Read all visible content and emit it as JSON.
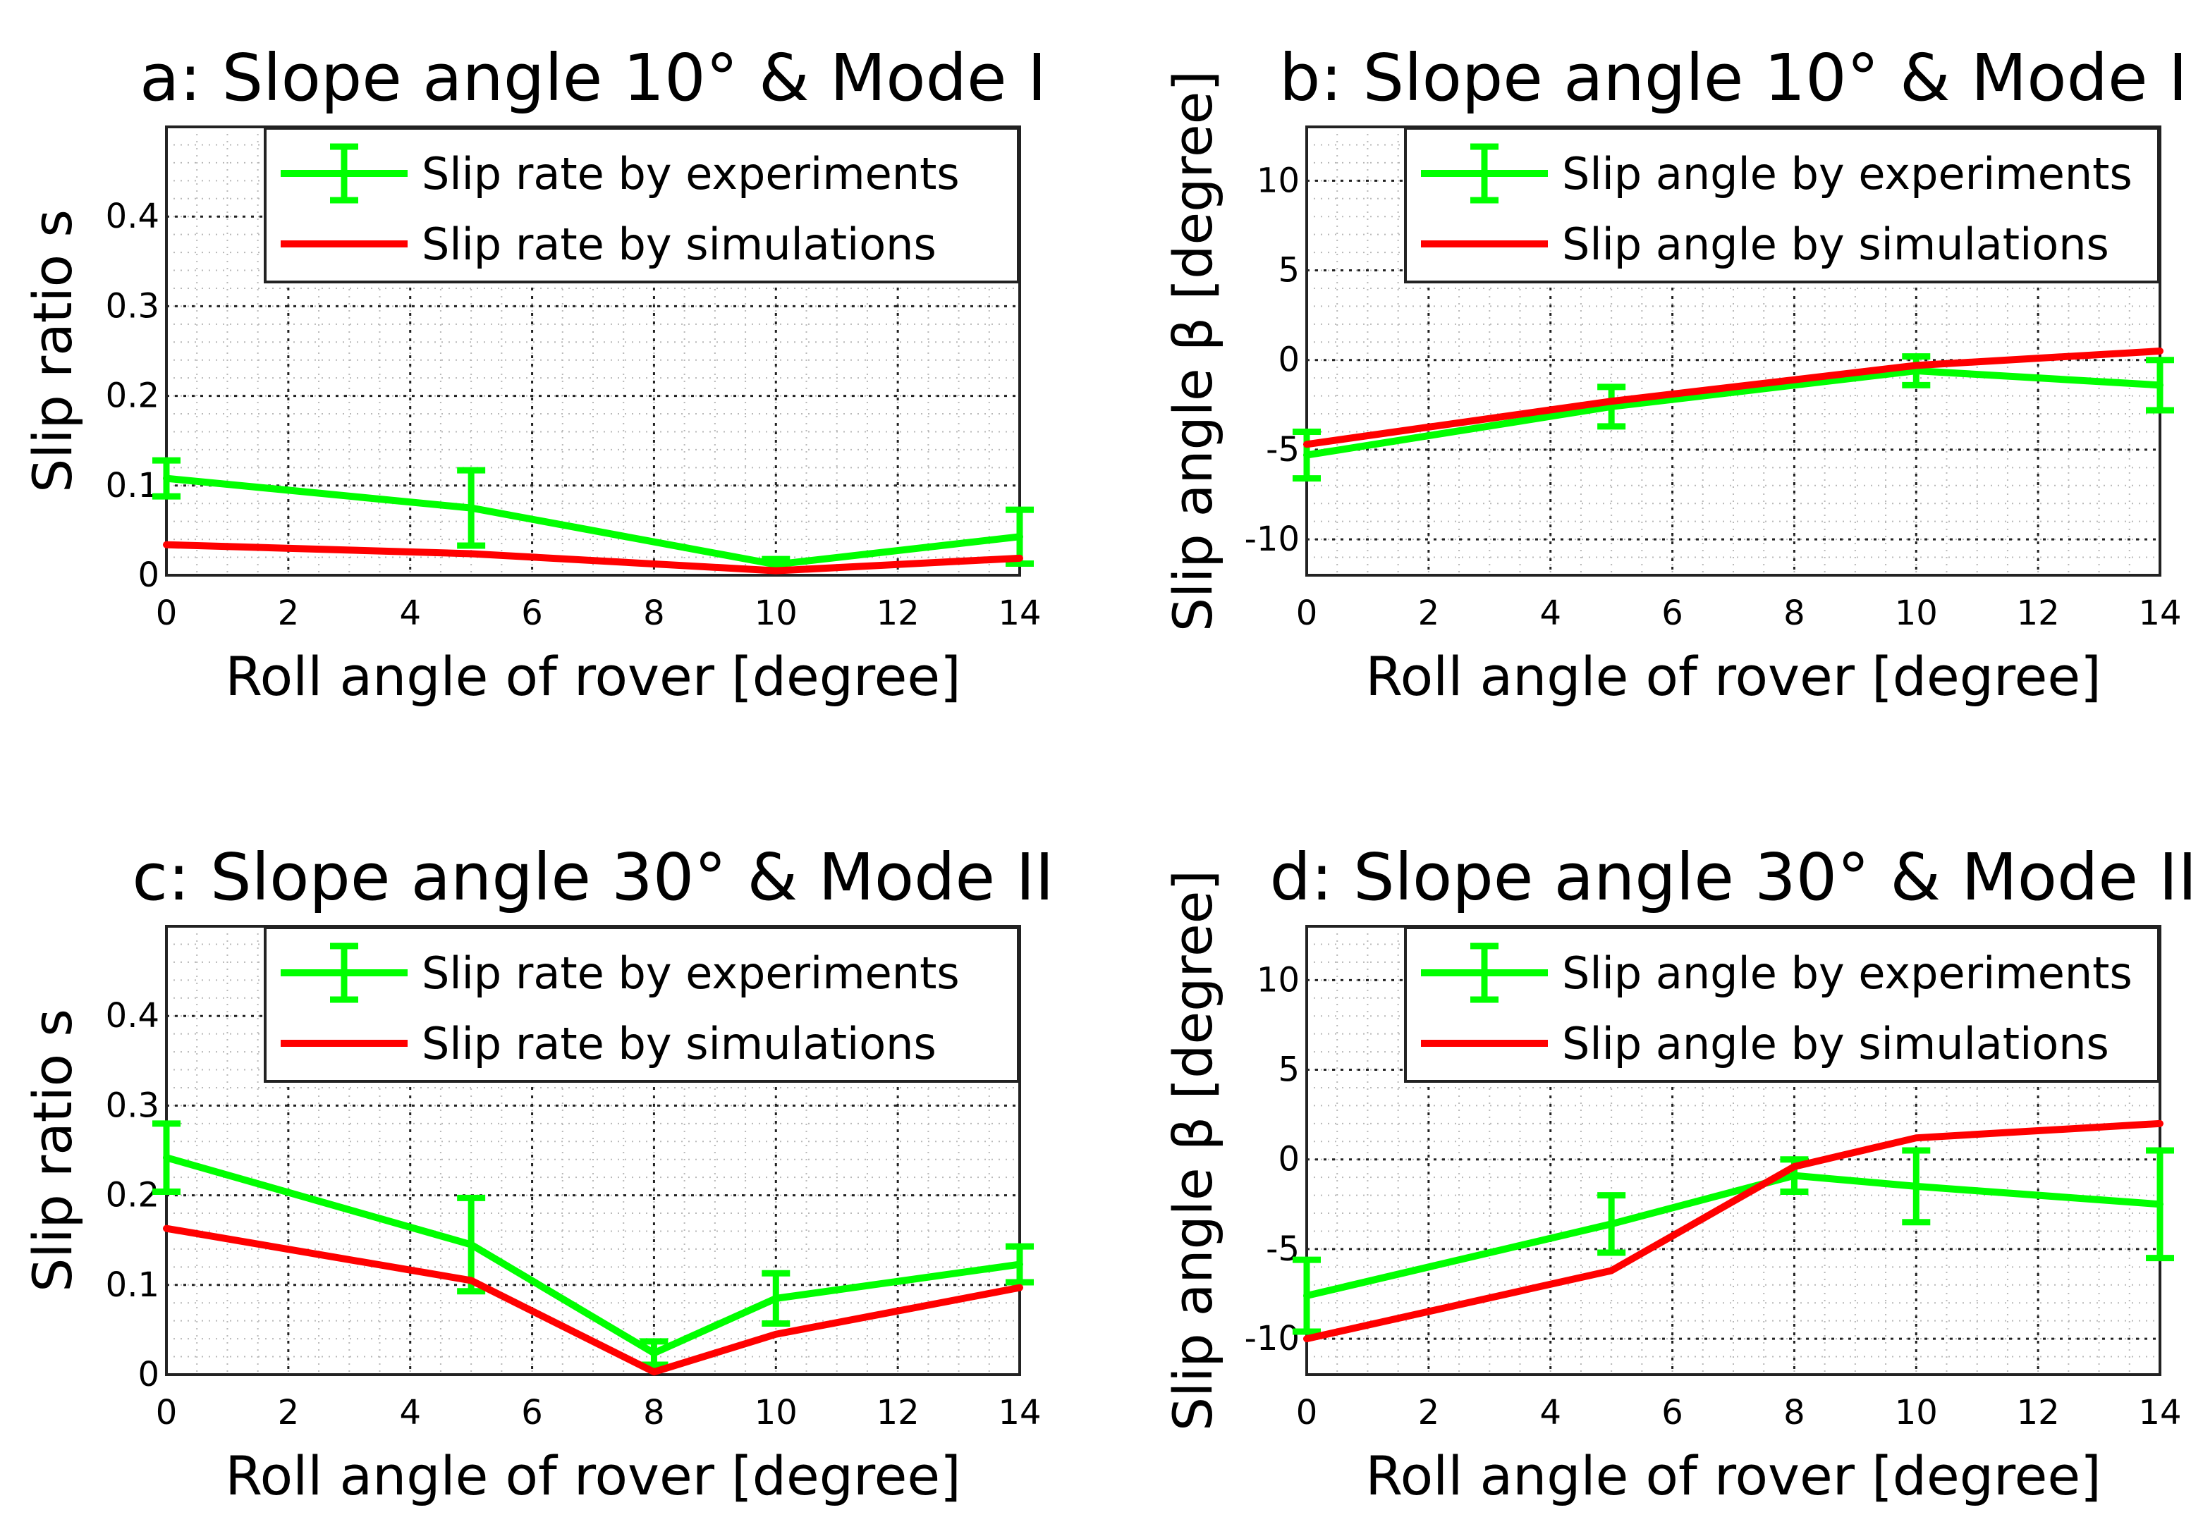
{
  "chart_data": [
    {
      "type": "line",
      "title": "a: Slope angle 10° & Mode I",
      "xlabel": "Roll angle of rover [degree]",
      "ylabel": "Slip ratio s",
      "xlim": [
        0,
        14
      ],
      "ylim": [
        0,
        0.5
      ],
      "xticks": [
        "0",
        "2",
        "4",
        "6",
        "8",
        "10",
        "12",
        "14"
      ],
      "yticks": [
        "0",
        "0.1",
        "0.2",
        "0.3",
        "0.4"
      ],
      "grid": true,
      "legend_position": "top-right",
      "series": [
        {
          "name": "Slip rate by experiments",
          "color": "#00ff00",
          "errorbars": true,
          "x": [
            0,
            5,
            10,
            14
          ],
          "y": [
            0.108,
            0.075,
            0.012,
            0.043
          ],
          "err": [
            0.02,
            0.042,
            0.006,
            0.03
          ]
        },
        {
          "name": "Slip rate by simulations",
          "color": "#ff0000",
          "errorbars": false,
          "x": [
            0,
            5,
            10,
            14
          ],
          "y": [
            0.034,
            0.024,
            0.005,
            0.019
          ]
        }
      ]
    },
    {
      "type": "line",
      "title": "b: Slope angle 10° & Mode I",
      "xlabel": "Roll angle of rover [degree]",
      "ylabel": "Slip angle β [degree]",
      "xlim": [
        0,
        14
      ],
      "ylim": [
        -12,
        13
      ],
      "xticks": [
        "0",
        "2",
        "4",
        "6",
        "8",
        "10",
        "12",
        "14"
      ],
      "yticks": [
        "-10",
        "-5",
        "0",
        "5",
        "10"
      ],
      "grid": true,
      "legend_position": "top-right",
      "series": [
        {
          "name": "Slip angle by experiments",
          "color": "#00ff00",
          "errorbars": true,
          "x": [
            0,
            5,
            10,
            14
          ],
          "y": [
            -5.3,
            -2.6,
            -0.6,
            -1.4
          ],
          "err": [
            1.3,
            1.1,
            0.8,
            1.4
          ]
        },
        {
          "name": "Slip angle by simulations",
          "color": "#ff0000",
          "errorbars": false,
          "x": [
            0,
            5,
            10,
            14
          ],
          "y": [
            -4.7,
            -2.3,
            -0.3,
            0.5
          ]
        }
      ]
    },
    {
      "type": "line",
      "title": "c: Slope angle 30° & Mode II",
      "xlabel": "Roll angle of rover [degree]",
      "ylabel": "Slip ratio s",
      "xlim": [
        0,
        14
      ],
      "ylim": [
        0,
        0.5
      ],
      "xticks": [
        "0",
        "2",
        "4",
        "6",
        "8",
        "10",
        "12",
        "14"
      ],
      "yticks": [
        "0",
        "0.1",
        "0.2",
        "0.3",
        "0.4"
      ],
      "grid": true,
      "legend_position": "top-right",
      "series": [
        {
          "name": "Slip rate by experiments",
          "color": "#00ff00",
          "errorbars": true,
          "x": [
            0,
            5,
            8,
            10,
            14
          ],
          "y": [
            0.242,
            0.145,
            0.024,
            0.085,
            0.123
          ],
          "err": [
            0.038,
            0.052,
            0.013,
            0.028,
            0.02
          ]
        },
        {
          "name": "Slip rate by simulations",
          "color": "#ff0000",
          "errorbars": false,
          "x": [
            0,
            5,
            8,
            10,
            14
          ],
          "y": [
            0.163,
            0.105,
            0.003,
            0.045,
            0.097
          ]
        }
      ]
    },
    {
      "type": "line",
      "title": "d: Slope angle 30° & Mode II",
      "xlabel": "Roll angle of rover [degree]",
      "ylabel": "Slip angle β [degree]",
      "xlim": [
        0,
        14
      ],
      "ylim": [
        -12,
        13
      ],
      "xticks": [
        "0",
        "2",
        "4",
        "6",
        "8",
        "10",
        "12",
        "14"
      ],
      "yticks": [
        "-10",
        "-5",
        "0",
        "5",
        "10"
      ],
      "grid": true,
      "legend_position": "top-right",
      "series": [
        {
          "name": "Slip angle by experiments",
          "color": "#00ff00",
          "errorbars": true,
          "x": [
            0,
            5,
            8,
            10,
            14
          ],
          "y": [
            -7.6,
            -3.6,
            -0.9,
            -1.5,
            -2.5
          ],
          "err": [
            2.0,
            1.6,
            0.9,
            2.0,
            3.0
          ]
        },
        {
          "name": "Slip angle by simulations",
          "color": "#ff0000",
          "errorbars": false,
          "x": [
            0,
            5,
            8,
            10,
            14
          ],
          "y": [
            -10.0,
            -6.2,
            -0.4,
            1.2,
            2.0
          ]
        }
      ]
    }
  ]
}
